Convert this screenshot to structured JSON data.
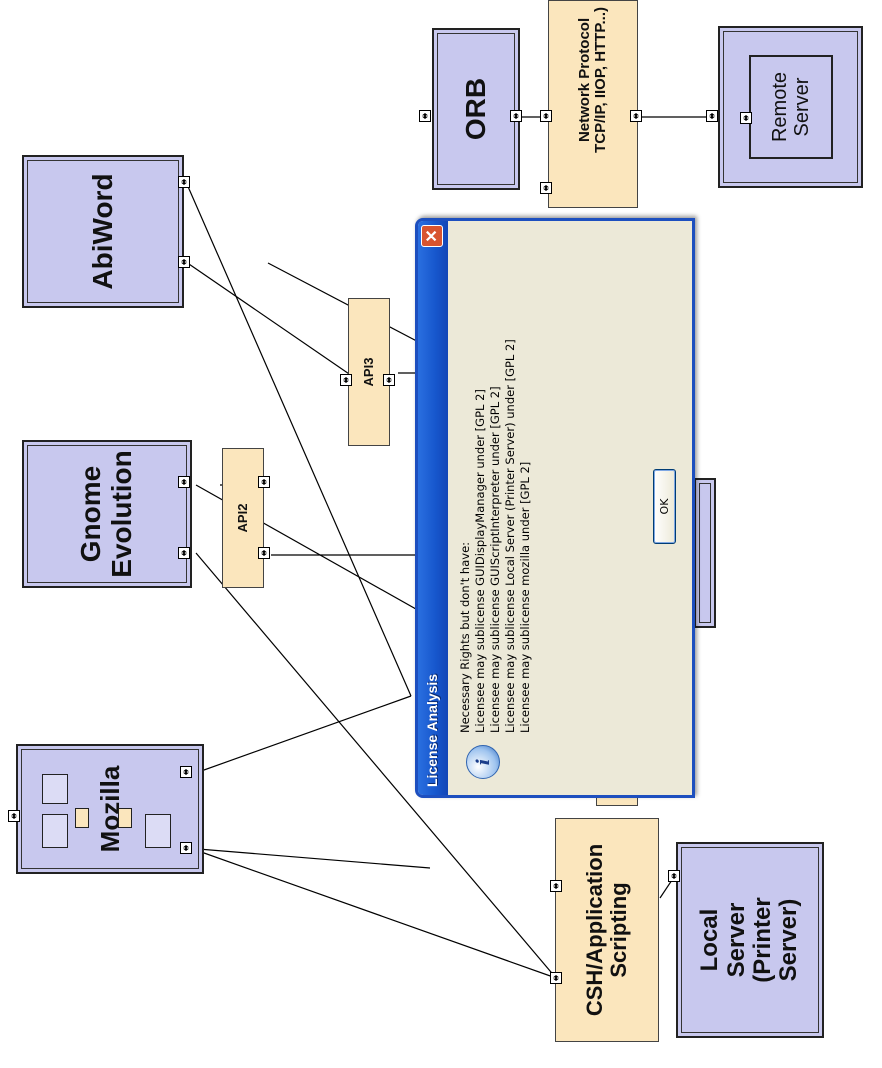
{
  "diagram": {
    "components": {
      "mozilla": "Mozilla",
      "gnome_evolution": [
        "Gnome",
        "Evolution"
      ],
      "abiword": "AbiWord",
      "orb": "ORB",
      "remote_server": [
        "Remote",
        "Server"
      ],
      "local_server": [
        "Local",
        "Server",
        "(Printer",
        "Server)"
      ]
    },
    "interfaces": {
      "api2": "API2",
      "api3": "API3",
      "network_protocol": [
        "Network Protocol",
        "TCP/IP, IIOP, HTTP...)"
      ],
      "csh_scripting": [
        "CSH/Application",
        "Scripting"
      ]
    }
  },
  "dialog": {
    "title": "License Analysis",
    "close_label": "✕",
    "icon": "info-icon",
    "icon_glyph": "i",
    "message_lines": [
      "Necessary Rights but don't have:",
      "Licensee may sublicense GUIDisplayManager under [GPL 2]",
      "Licensee may sublicense GUIScriptInterpreter under [GPL 2]",
      "Licensee may sublicense Local Server (Printer Server) under [GPL 2]",
      "Licensee may sublicense mozilla under [GPL 2]"
    ],
    "ok_label": "OK"
  },
  "colors": {
    "component_fill": "#c8c8ee",
    "interface_fill": "#fbe6bd",
    "dialog_title_blue": "#1656cc",
    "dialog_body": "#ece9d8"
  }
}
